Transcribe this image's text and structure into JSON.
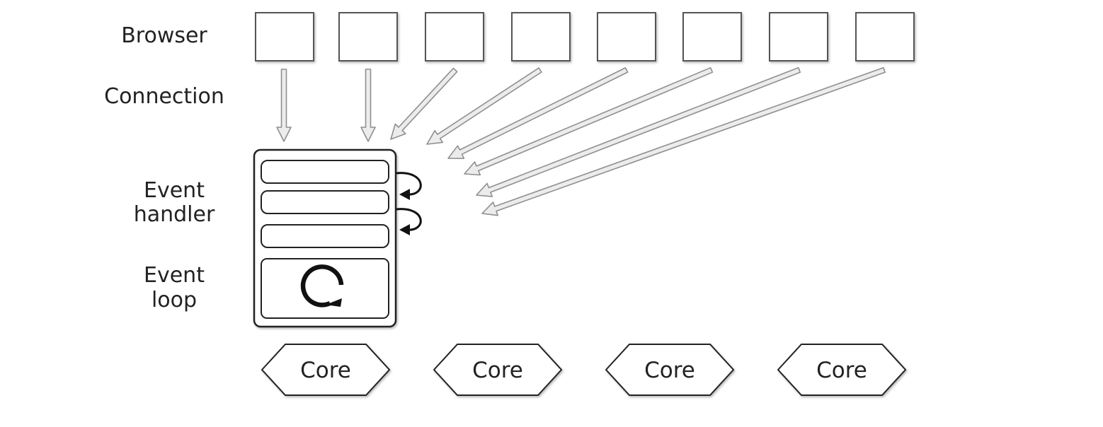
{
  "labels": {
    "browser": "Browser",
    "connection": "Connection",
    "event_handler_line1": "Event",
    "event_handler_line2": "handler",
    "event_loop_line1": "Event",
    "event_loop_line2": "loop"
  },
  "browsers": {
    "count": 8
  },
  "event_handlers": {
    "count": 3
  },
  "cores": [
    {
      "label": "Core"
    },
    {
      "label": "Core"
    },
    {
      "label": "Core"
    },
    {
      "label": "Core"
    }
  ],
  "icons": {
    "event_loop": "refresh-loop-icon",
    "handler_chain": "curved-arrow-icon"
  },
  "colors": {
    "outline": "#222222",
    "connection_arrow_fill": "#ececec",
    "connection_arrow_stroke": "#8f8f8f",
    "background": "#ffffff"
  }
}
